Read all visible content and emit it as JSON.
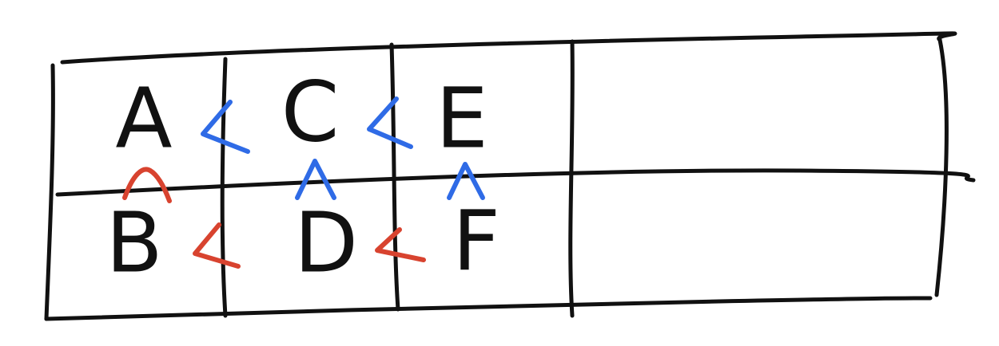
{
  "diagram": {
    "cells": {
      "a": "A",
      "b": "B",
      "c": "C",
      "d": "D",
      "e": "E",
      "f": "F"
    },
    "relations": [
      {
        "smaller": "A",
        "larger": "C",
        "symbol": "<",
        "color": "#2f6be6"
      },
      {
        "smaller": "C",
        "larger": "E",
        "symbol": "<",
        "color": "#2f6be6"
      },
      {
        "smaller": "B",
        "larger": "D",
        "symbol": "<",
        "color": "#d8432f"
      },
      {
        "smaller": "D",
        "larger": "F",
        "symbol": "<",
        "color": "#d8432f"
      },
      {
        "above": "A",
        "below": "B",
        "symbol": "^",
        "color": "#d8432f"
      },
      {
        "above": "C",
        "below": "D",
        "symbol": "^",
        "color": "#2f6be6"
      },
      {
        "above": "E",
        "below": "F",
        "symbol": "^",
        "color": "#2f6be6"
      }
    ],
    "colors": {
      "ink": "#111111",
      "blue": "#2f6be6",
      "red": "#d8432f"
    }
  }
}
